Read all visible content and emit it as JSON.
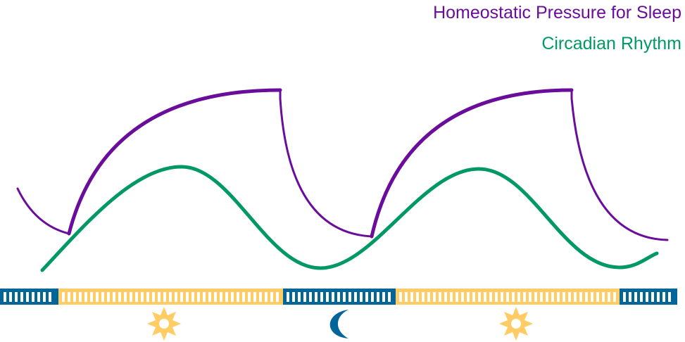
{
  "legend": {
    "homeostatic": "Homeostatic Pressure for Sleep",
    "circadian": "Circadian Rhythm"
  },
  "colors": {
    "homeostatic": "#6a0d9a",
    "circadian": "#009966",
    "night": "#006699",
    "day": "#ffcc66"
  },
  "timeline": [
    "night",
    "day",
    "night",
    "day",
    "night"
  ],
  "icons": [
    "sun-icon",
    "moon-icon",
    "sun-icon"
  ]
}
